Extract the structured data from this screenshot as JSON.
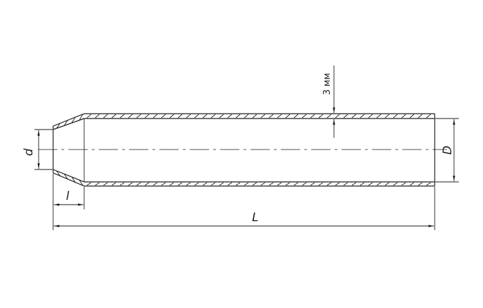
{
  "dimensions": {
    "d": "d",
    "D": "D",
    "l": "l",
    "L": "L",
    "wall": "3 мм"
  }
}
